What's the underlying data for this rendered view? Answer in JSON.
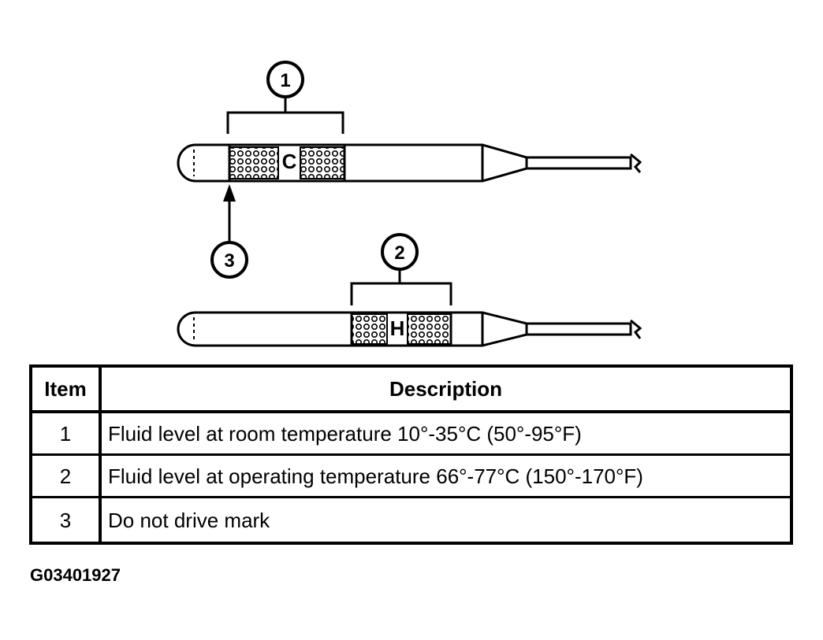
{
  "diagram": {
    "callouts": [
      "1",
      "2",
      "3"
    ],
    "dipstick_top_mark": "C",
    "dipstick_bottom_mark": "H"
  },
  "table": {
    "headers": {
      "item": "Item",
      "description": "Description"
    },
    "rows": [
      {
        "item": "1",
        "description": "Fluid level at room temperature 10°-35°C (50°-95°F)"
      },
      {
        "item": "2",
        "description": "Fluid level at operating temperature 66°-77°C (150°-170°F)"
      },
      {
        "item": "3",
        "description": "Do not drive mark"
      }
    ]
  },
  "figure_id": "G03401927"
}
